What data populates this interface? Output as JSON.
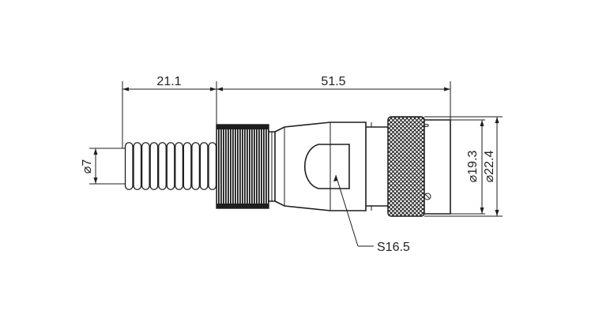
{
  "drawing": {
    "dimensions": {
      "cable_length": "21.1",
      "body_length": "51.5",
      "cable_diameter": "⌀7",
      "inner_diameter": "⌀19.3",
      "outer_diameter": "⌀22.4",
      "wrench_flat": "S16.5"
    },
    "colors": {
      "line": "#1e1e1e",
      "text": "#222222",
      "background": "#ffffff"
    }
  }
}
